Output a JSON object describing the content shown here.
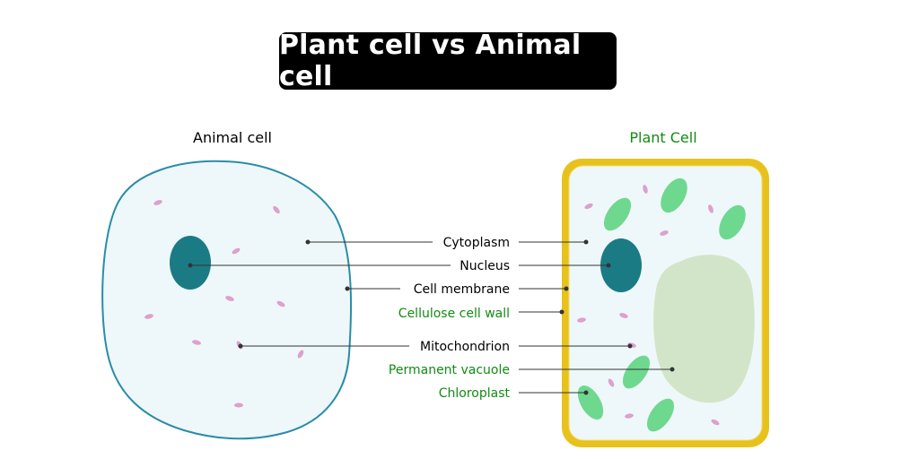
{
  "title": "Plant cell vs Animal cell",
  "animal_cell": {
    "heading": "Animal cell",
    "color": "#000000"
  },
  "plant_cell": {
    "heading": "Plant Cell",
    "color": "#138a13"
  },
  "labels": [
    {
      "text": "Cytoplasm",
      "kind": "shared"
    },
    {
      "text": "Nucleus",
      "kind": "shared"
    },
    {
      "text": "Cell membrane",
      "kind": "shared"
    },
    {
      "text": "Cellulose cell wall",
      "kind": "plant-only"
    },
    {
      "text": "Mitochondrion",
      "kind": "shared"
    },
    {
      "text": "Permanent vacuole",
      "kind": "plant-only"
    },
    {
      "text": "Chloroplast",
      "kind": "plant-only"
    }
  ],
  "colors": {
    "shared_label": "#000000",
    "plant_only_label": "#138a13",
    "membrane": "#2a8ca8",
    "cytoplasm": "#eef8fa",
    "nucleus": "#1b7b85",
    "mitochondrion": "#dda0cc",
    "cell_wall": "#e8c21c",
    "vacuole": "#d3e5c8",
    "chloroplast": "#6fd88f",
    "leader": "#333333"
  }
}
